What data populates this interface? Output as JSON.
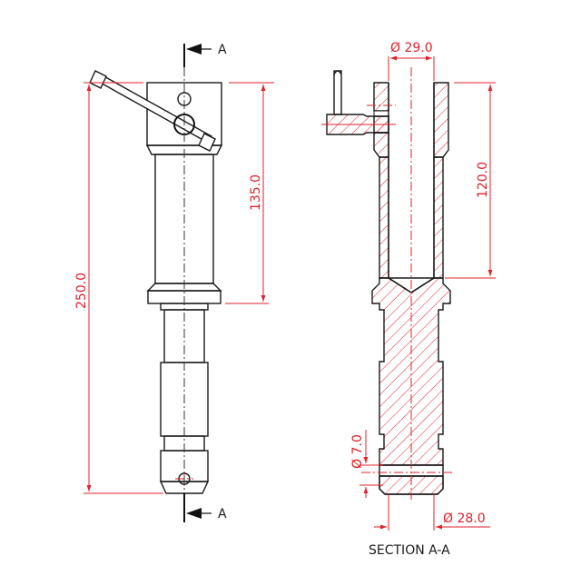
{
  "drawing": {
    "type": "engineering-drawing",
    "colors": {
      "outline": "#1a1a1a",
      "dimension": "#e0222b",
      "hatch": "#e0222b",
      "background": "#ffffff"
    },
    "views": {
      "front": {
        "name": "front-view",
        "section_marker_top": "A",
        "section_marker_bottom": "A",
        "dimensions": {
          "overall_length": "250.0",
          "upper_length": "135.0"
        }
      },
      "section": {
        "name": "section-view",
        "title": "SECTION A-A",
        "dimensions": {
          "bore_diameter": "Ø 29.0",
          "bore_depth": "120.0",
          "cross_hole_diameter": "Ø 7.0",
          "tip_diameter": "Ø 28.0"
        }
      }
    }
  }
}
